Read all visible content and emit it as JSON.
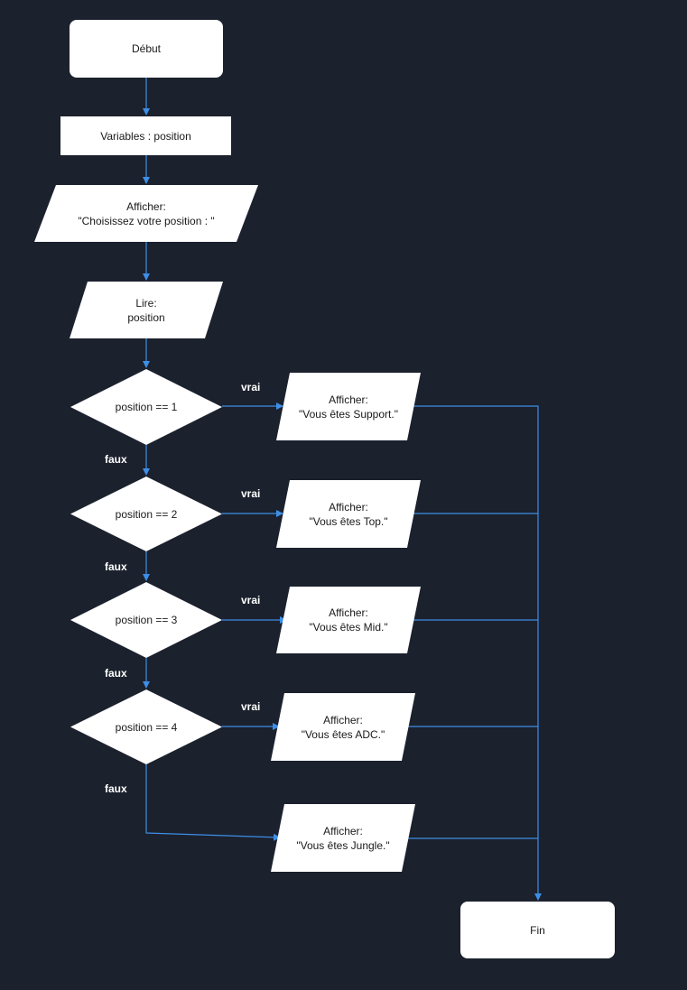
{
  "colors": {
    "background": "#1b212d",
    "node_fill": "#ffffff",
    "edge": "#3d8ee6",
    "label_text": "#ffffff"
  },
  "nodes": {
    "debut": "Début",
    "variables": "Variables : position",
    "afficher_prompt": "Afficher:\n\"Choisissez votre position : \"",
    "lire": "Lire:\nposition",
    "cond1": "position == 1",
    "cond2": "position == 2",
    "cond3": "position == 3",
    "cond4": "position == 4",
    "out_support": "Afficher:\n\"Vous êtes Support.\"",
    "out_top": "Afficher:\n\"Vous êtes Top.\"",
    "out_mid": "Afficher:\n\"Vous êtes Mid.\"",
    "out_adc": "Afficher:\n\"Vous êtes ADC.\"",
    "out_jungle": "Afficher:\n\"Vous êtes Jungle.\"",
    "fin": "Fin"
  },
  "edge_labels": {
    "vrai1": "vrai",
    "vrai2": "vrai",
    "vrai3": "vrai",
    "vrai4": "vrai",
    "faux1": "faux",
    "faux2": "faux",
    "faux3": "faux",
    "faux4": "faux"
  }
}
